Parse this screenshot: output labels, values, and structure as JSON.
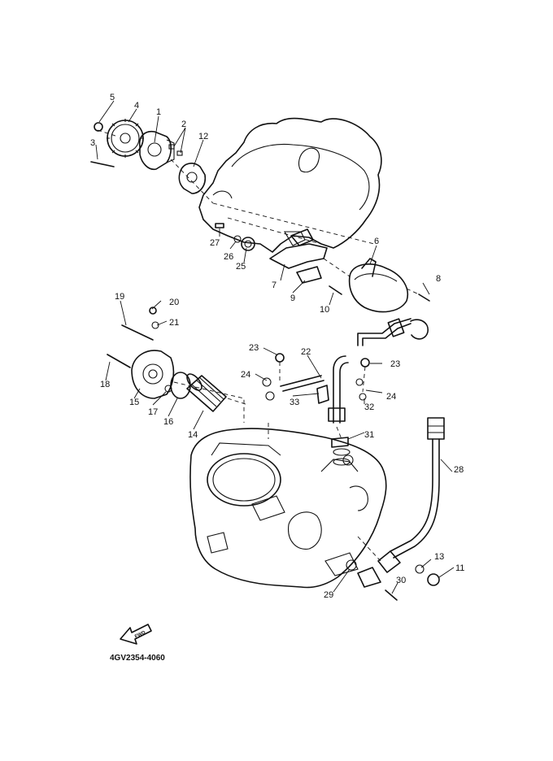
{
  "diagram": {
    "part_code": "4GV2354-4060",
    "fwd_label": "FWD",
    "labels": [
      "1",
      "2",
      "3",
      "4",
      "5",
      "6",
      "7",
      "8",
      "9",
      "10",
      "11",
      "12",
      "13",
      "14",
      "15",
      "16",
      "17",
      "18",
      "19",
      "20",
      "21",
      "22",
      "23",
      "23",
      "24",
      "24",
      "25",
      "26",
      "27",
      "28",
      "29",
      "30",
      "31",
      "32",
      "33"
    ]
  }
}
